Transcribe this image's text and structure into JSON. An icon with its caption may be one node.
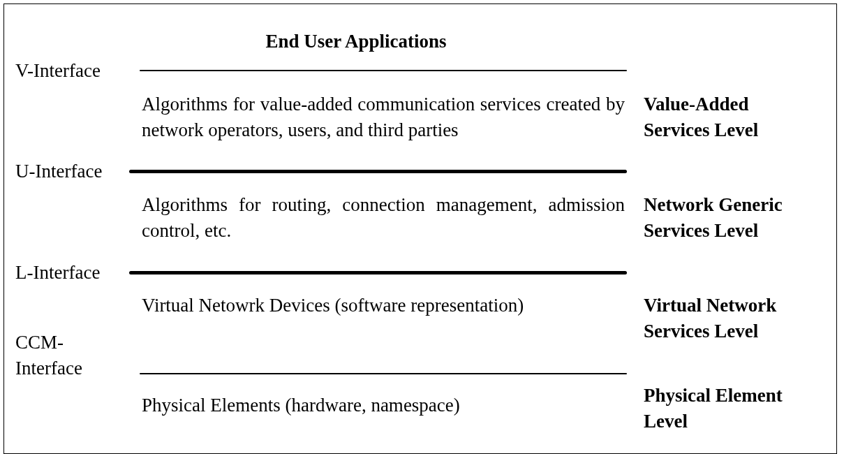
{
  "diagram": {
    "title": "End User Applications",
    "labels": [
      "V-Interface",
      "Algorithms for value-added communication services created by network operators, users, and third parties",
      "Value-Added Services Level",
      "U-Interface",
      "Algorithms for routing, connection management, admission control, etc.",
      "Network Generic Services Level",
      "L-Interface",
      "Virtual Netowrk Devices (software representation)",
      "Virtual Network Services Level",
      "CCM-Interface",
      "Physical Elements (hardware, namespace)",
      "Physical Element Level"
    ]
  }
}
